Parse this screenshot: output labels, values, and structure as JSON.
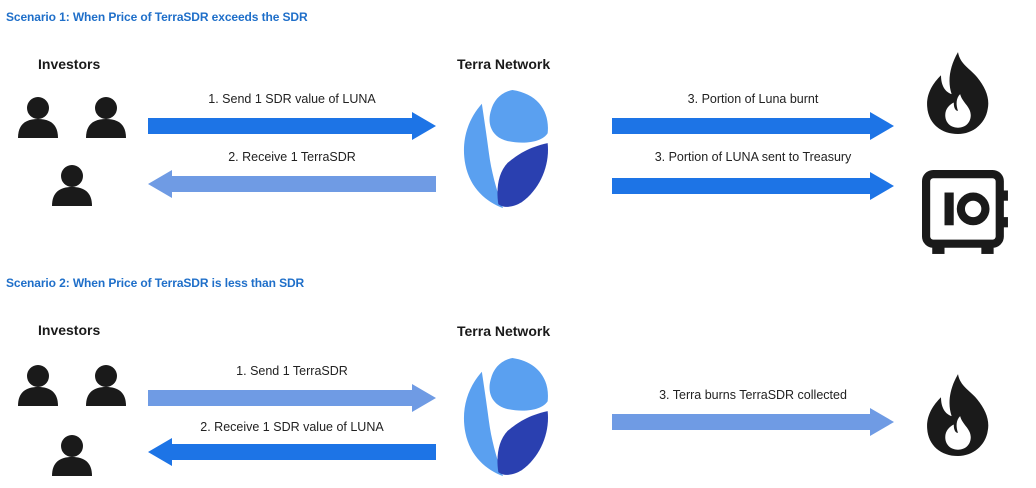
{
  "colors": {
    "title": "#1f6fc9",
    "arrow_dark": "#1d74e6",
    "arrow_light": "#6f9be4",
    "globe_light": "#5aa0f0",
    "globe_dark": "#2a40b0",
    "icon_black": "#1a1a1a"
  },
  "scenario1": {
    "title": "Scenario 1: When Price of TerraSDR exceeds the SDR",
    "investors_label": "Investors",
    "network_label": "Terra Network",
    "arrows": {
      "send": "1. Send 1 SDR value of LUNA",
      "receive": "2. Receive 1 TerraSDR",
      "burn": "3. Portion of Luna burnt",
      "treasury": "3. Portion of LUNA sent to Treasury"
    }
  },
  "scenario2": {
    "title": "Scenario 2: When Price of TerraSDR is less than SDR",
    "investors_label": "Investors",
    "network_label": "Terra Network",
    "arrows": {
      "send": "1. Send 1 TerraSDR",
      "receive": "2. Receive 1 SDR value of LUNA",
      "burn": "3. Terra burns TerraSDR collected"
    }
  },
  "icons": {
    "investor": "person-icon",
    "network": "terra-globe-icon",
    "burn": "fire-icon",
    "treasury": "safe-icon"
  }
}
